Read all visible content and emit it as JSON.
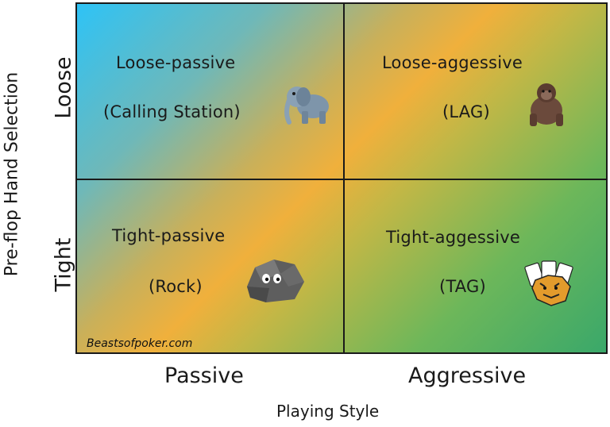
{
  "y_axis_title": "Pre-flop Hand Selection",
  "x_axis_title": "Playing Style",
  "rows": [
    "Loose",
    "Tight"
  ],
  "columns": [
    "Passive",
    "Aggressive"
  ],
  "quadrants": {
    "loose_passive": {
      "title": "Loose-passive",
      "nickname": "(Calling Station)",
      "icon": "elephant-icon"
    },
    "loose_aggressive": {
      "title": "Loose-aggessive",
      "nickname": "(LAG)",
      "icon": "gorilla-icon"
    },
    "tight_passive": {
      "title": "Tight-passive",
      "nickname": "(Rock)",
      "icon": "rock-icon"
    },
    "tight_aggressive": {
      "title": "Tight-aggessive",
      "nickname": "(TAG)",
      "icon": "tiger-cards-icon"
    }
  },
  "watermark": "Beastsofpoker.com",
  "colors": {
    "top_left": "#2ec3f6",
    "center": "#f0b03c",
    "bottom_right": "#3aa86a"
  }
}
